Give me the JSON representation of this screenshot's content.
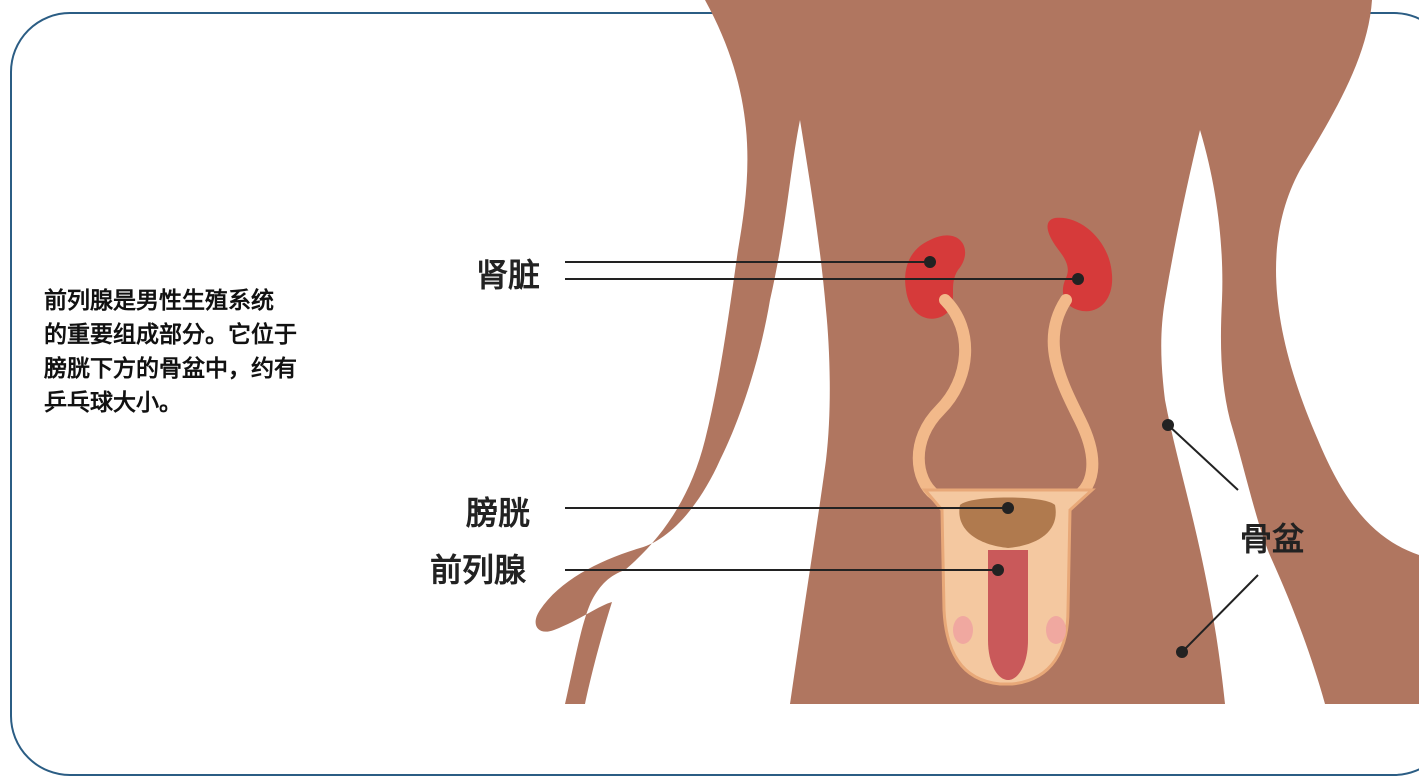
{
  "description": "前列腺是男性生殖系统\n的重要组成部分。它位于\n膀胱下方的骨盆中，约有\n乒乓球大小。",
  "labels": {
    "kidney": "肾脏",
    "bladder": "膀胱",
    "prostate": "前列腺",
    "pelvis": "骨盆"
  },
  "colors": {
    "frame": "#2b5d84",
    "skin": "#b07660",
    "kidney": "#d63a3a",
    "ureter": "#f2b98a",
    "bladder": "#b07a4e",
    "prostate": "#c9595a",
    "outline": "#222222"
  }
}
